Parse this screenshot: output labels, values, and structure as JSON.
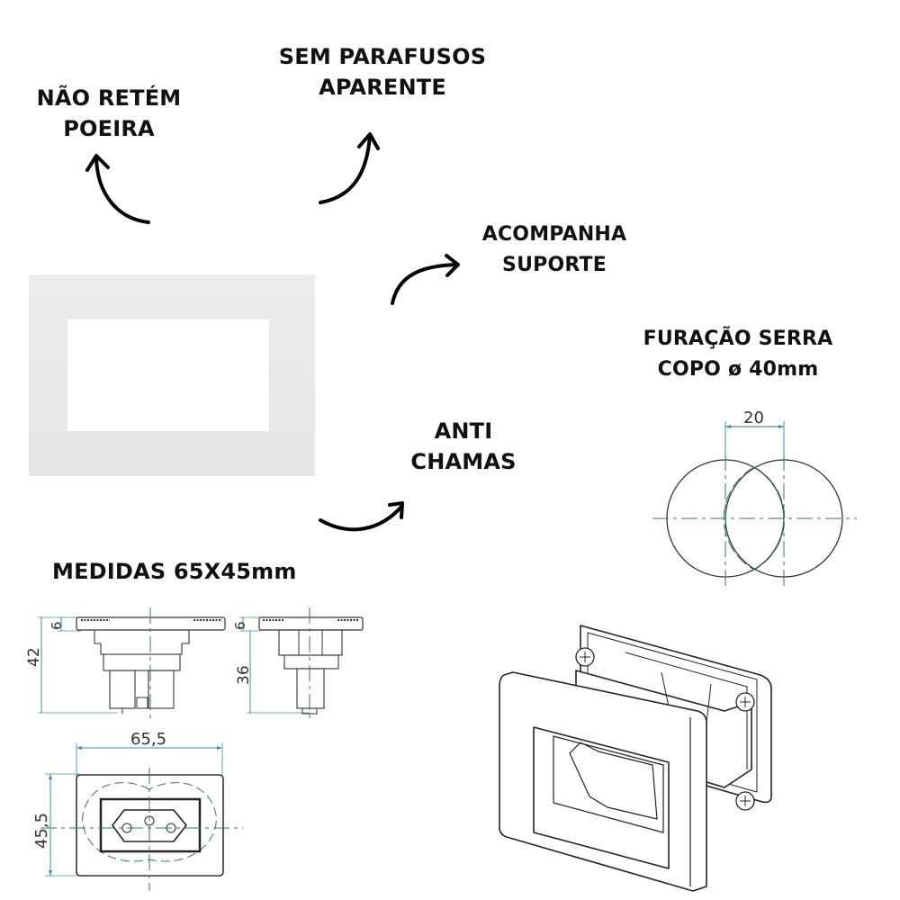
{
  "features": [
    {
      "id": "dust",
      "lines": [
        "NÃO RETÉM",
        "POEIRA"
      ]
    },
    {
      "id": "screws",
      "lines": [
        "SEM PARAFUSOS",
        "APARENTE"
      ]
    },
    {
      "id": "support",
      "lines": [
        "ACOMPANHA",
        "SUPORTE"
      ]
    },
    {
      "id": "flame",
      "lines": [
        "ANTI",
        "CHAMAS"
      ]
    },
    {
      "id": "drilling",
      "lines": [
        "FURAÇÃO SERRA",
        "COPO ø 40mm"
      ]
    }
  ],
  "measures_title": "MEDIDAS 65X45mm",
  "dimensions": {
    "hole_spacing": "20",
    "side_total_height": "42",
    "side_flange": "6",
    "side2_flange": "6",
    "side2_body": "36",
    "front_width": "65,5",
    "front_height": "45,5"
  },
  "colors": {
    "text": "#111111",
    "centerline": "#2e7d5b",
    "dimension": "#3a8fb0",
    "outline": "#333333",
    "plate": "#e8e8e8"
  }
}
